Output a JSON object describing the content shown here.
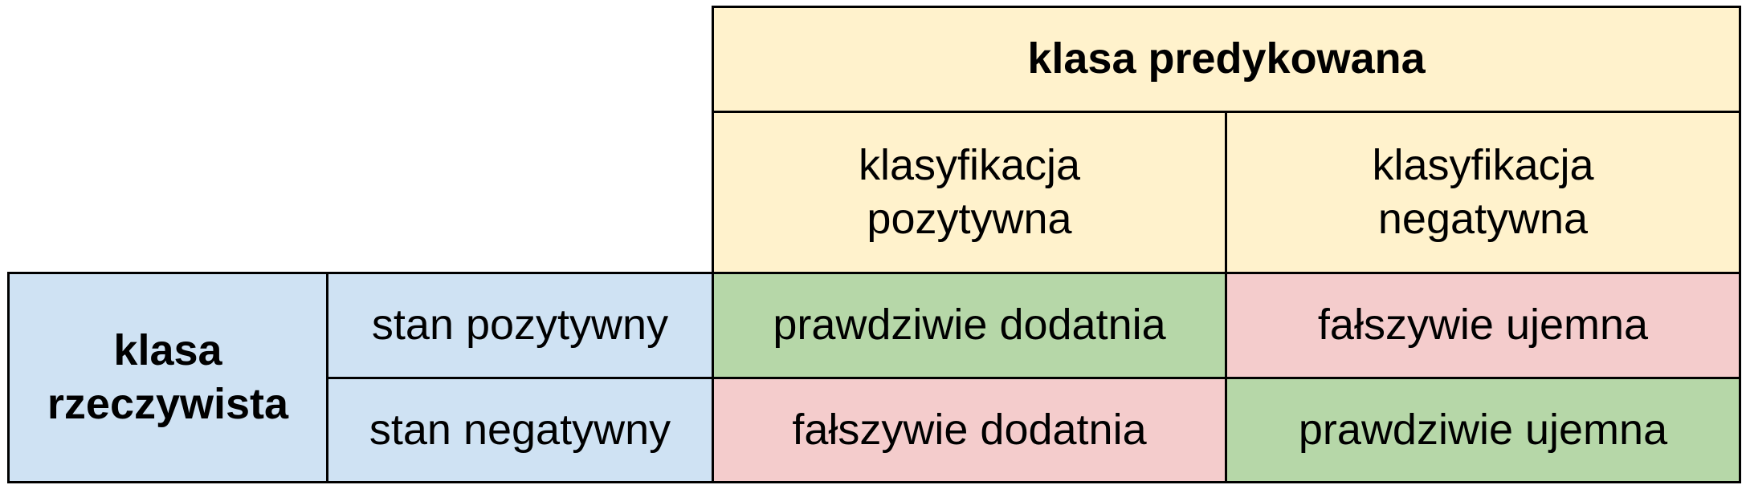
{
  "colors": {
    "header_bg": "#fff2cc",
    "actual_bg": "#cfe2f3",
    "true_bg": "#b6d7a8",
    "false_bg": "#f4cccc",
    "border": "#000000"
  },
  "predicted": {
    "header": "klasa predykowana",
    "positive_line1": "klasyfikacja",
    "positive_line2": "pozytywna",
    "negative_line1": "klasyfikacja",
    "negative_line2": "negatywna"
  },
  "actual": {
    "header_line1": "klasa",
    "header_line2": "rzeczywista",
    "positive": "stan pozytywny",
    "negative": "stan negatywny"
  },
  "matrix": {
    "true_positive": "prawdziwie dodatnia",
    "false_negative": "fałszywie ujemna",
    "false_positive": "fałszywie dodatnia",
    "true_negative": "prawdziwie ujemna"
  }
}
